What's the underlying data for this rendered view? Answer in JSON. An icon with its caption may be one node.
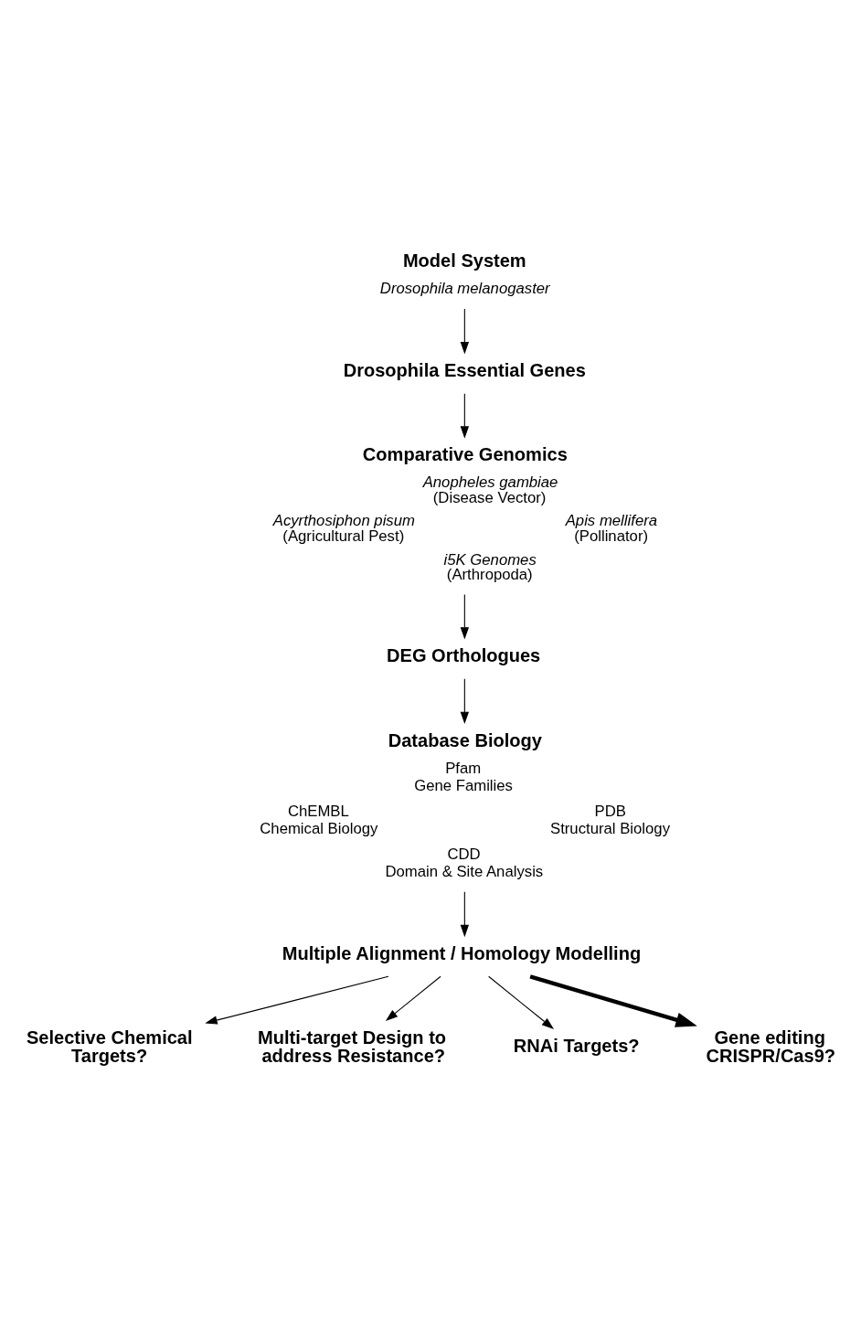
{
  "diagram": {
    "nodes": [
      {
        "text": [
          "Model System",
          "Drosophila melanogaster"
        ]
      },
      {
        "text": [
          "Drosophila Essential Genes"
        ]
      },
      {
        "text": [
          "Comparative Genomics",
          "Anopheles gambiae",
          "(Disease Vector)",
          "Acyrthosiphon pisum",
          "(Agricultural Pest)",
          "Apis mellifera",
          "(Pollinator)",
          "i5K Genomes",
          "(Arthropoda)"
        ]
      },
      {
        "text": [
          "DEG Orthologues"
        ]
      },
      {
        "text": [
          "Database Biology",
          "Pfam",
          "Gene Families",
          "ChEMBL",
          "Chemical Biology",
          "PDB",
          "Structural Biology",
          "CDD",
          "Domain & Site Analysis"
        ]
      },
      {
        "text": [
          "Multiple Alignment / Homology Modelling"
        ]
      },
      {
        "text": [
          "Selective Chemical Targets?"
        ]
      },
      {
        "text": [
          "Multi-target Design to address Resistance?"
        ]
      },
      {
        "text": [
          "RNAi Targets?"
        ]
      },
      {
        "text": [
          "Gene editing CRISPR/Cas9?"
        ]
      }
    ],
    "edges": [
      {
        "from": 0,
        "to": 1,
        "arrow": "to"
      },
      {
        "from": 1,
        "to": 2,
        "arrow": "to"
      },
      {
        "from": 2,
        "to": 3,
        "arrow": "to"
      },
      {
        "from": 3,
        "to": 4,
        "arrow": "to"
      },
      {
        "from": 4,
        "to": 5,
        "arrow": "to"
      },
      {
        "from": 5,
        "to": 6,
        "arrow": "to"
      },
      {
        "from": 5,
        "to": 7,
        "arrow": "to"
      },
      {
        "from": 5,
        "to": 8,
        "arrow": "to"
      },
      {
        "from": 5,
        "to": 9,
        "arrow": "to",
        "style": "thick"
      }
    ]
  }
}
